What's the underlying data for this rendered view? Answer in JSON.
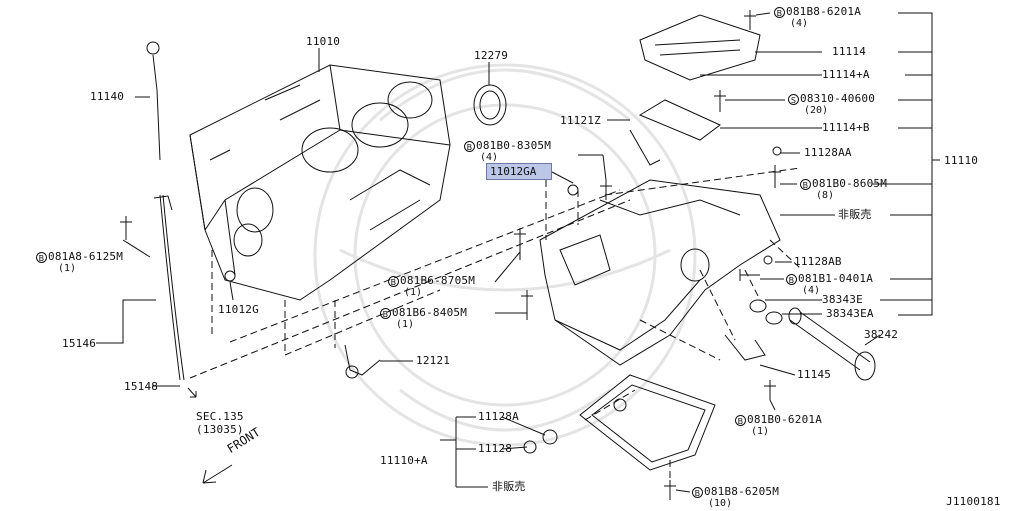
{
  "diagram": {
    "highlighted_part": "11012GA",
    "diagram_code": "J1100181",
    "front_label": "FRONT",
    "sec_ref": {
      "line1": "SEC.135",
      "line2": "(13035)"
    },
    "parts": {
      "p11010": "11010",
      "p12279": "12279",
      "p11140": "11140",
      "p081A8_6125M": "081A8-6125M",
      "p081A8_6125M_qty": "(1)",
      "p12010G": "11012G",
      "p15146": "15146",
      "p15148": "15148",
      "p081B0_8305M": "081B0-8305M",
      "p081B0_8305M_qty": "(4)",
      "p11121Z": "11121Z",
      "p081B6_8705M": "081B6-8705M",
      "p081B6_8705M_qty": "(1)",
      "p081B6_8405M": "081B6-8405M",
      "p081B6_8405M_qty": "(1)",
      "p12121": "12121",
      "p11128A": "11128A",
      "p11128": "11128",
      "p11110A": "11110+A",
      "notsold_bottom": "非販売",
      "p081B8_6205M": "081B8-6205M",
      "p081B8_6205M_qty": "(10)",
      "p081B8_6201A": "081B8-6201A",
      "p081B8_6201A_qty": "(4)",
      "p11114": "11114",
      "p11114A": "11114+A",
      "p08310_40600": "08310-40600",
      "p08310_40600_qty": "(20)",
      "p11114B": "11114+B",
      "p11128AA": "11128AA",
      "p081B0_8605M": "081B0-8605M",
      "p081B0_8605M_qty": "(8)",
      "notsold_right": "非販売",
      "p11110": "11110",
      "p11128AB": "11128AB",
      "p081B1_0401A": "081B1-0401A",
      "p081B1_0401A_qty": "(4)",
      "p38343E": "38343E",
      "p38343EA": "38343EA",
      "p38242": "38242",
      "p11145": "11145",
      "p081B0_6201A": "081B0-6201A",
      "p081B0_6201A_qty": "(1)"
    },
    "marks": {
      "bolt": "B",
      "screw": "S"
    }
  }
}
